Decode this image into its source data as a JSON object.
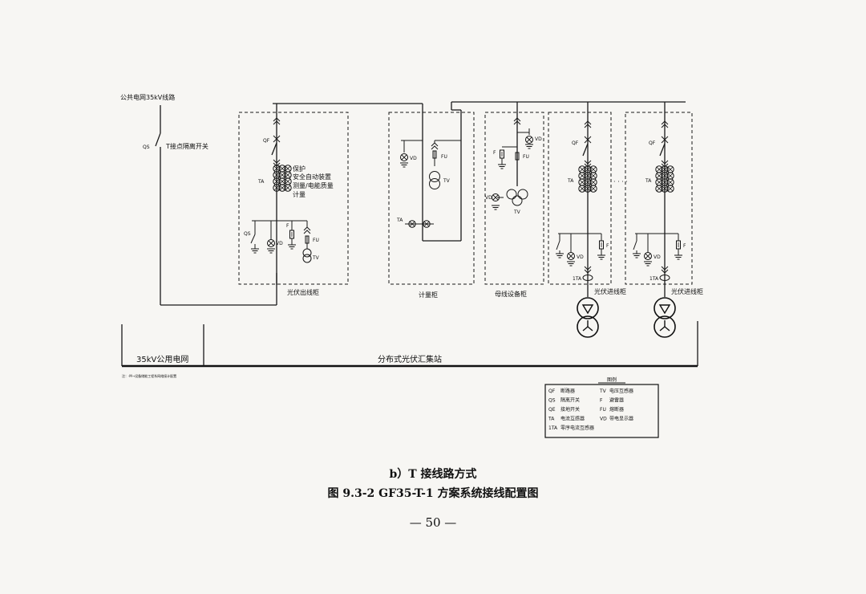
{
  "top_line_label": "公共电网35kV线路",
  "qs_label": "QS",
  "t_switch_label": "T接点隔离开关",
  "qf_label": "QF",
  "ta_label": "TA",
  "vd_label": "VD",
  "fu_label": "FU",
  "f_label": "F",
  "tv_label": "TV",
  "ita_label": "1TA",
  "ct_labels": [
    "保护",
    "安全自动装置",
    "测量/电能质量",
    "计量"
  ],
  "cabinets": {
    "pv_out": "光伏出线柜",
    "metering": "计量柜",
    "bus_equip": "母线设备柜",
    "pv_in_1": "光伏进线柜",
    "pv_in_2": "光伏进线柜"
  },
  "grid_label": "35kV公用电网",
  "station_label": "分布式光伏汇集站",
  "note": "注：·M→设备储能工程系网络接计配置",
  "legend": {
    "title": "图例",
    "rows": [
      [
        "QF",
        "断路器",
        "TV",
        "电压互感器"
      ],
      [
        "QS",
        "隔离开关",
        "F",
        "避雷器"
      ],
      [
        "QE",
        "接地开关",
        "FU",
        "熔断器"
      ],
      [
        "TA",
        "电流互感器",
        "VD",
        "带电显示器"
      ],
      [
        "1TA",
        "零序电流互感器",
        "",
        ""
      ]
    ]
  },
  "caption_sub": "b）T 接线路方式",
  "caption_main": "图 9.3-2   GF35-T-1 方案系统接线配置图",
  "page_number": "— 50 —"
}
